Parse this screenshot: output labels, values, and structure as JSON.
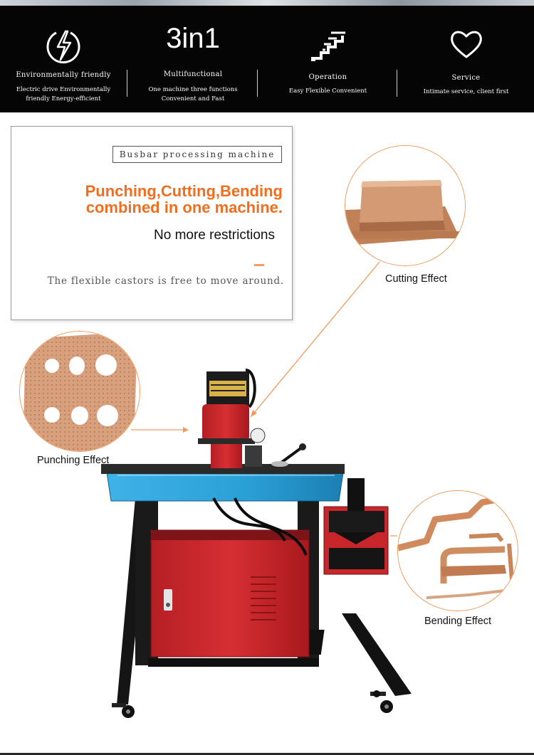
{
  "features": [
    {
      "icon": "electric-drive-icon",
      "title": "Environmentally friendly",
      "desc_line1": "Electric drive Environmentally",
      "desc_line2": "friendly Energy-efficient"
    },
    {
      "big_text": "3in1",
      "title": "Multifunctional",
      "desc_line1": "One machine three functions",
      "desc_line2": "Convenient and Fast"
    },
    {
      "icon": "stairs-operation-icon",
      "title": "Operation",
      "desc_line1": "Easy Flexible Convenient"
    },
    {
      "icon": "heart-icon",
      "title": "Service",
      "desc_line1": "Intimate service, client first"
    }
  ],
  "intro": {
    "tag": "Busbar processing machine",
    "headline_line1": "Punching,Cutting,Bending",
    "headline_line2": "combined in one machine.",
    "subheadline": "No more restrictions",
    "note": "The flexible castors is free to move around."
  },
  "effects": {
    "cutting": "Cutting Effect",
    "punching": "Punching Effect",
    "bending": "Bending Effect"
  },
  "colors": {
    "accent_orange": "#f06e1e",
    "band_black": "#050505",
    "copper": "#c98a5e",
    "machine_red": "#c8262b",
    "table_blue": "#2a9fd6"
  }
}
